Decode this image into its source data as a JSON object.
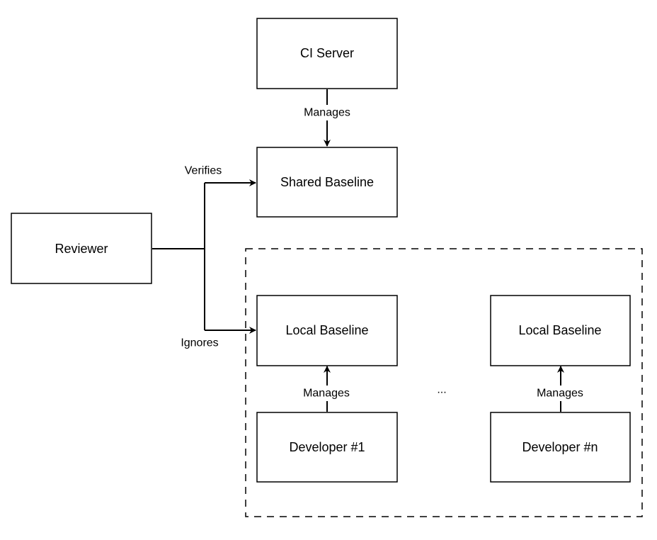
{
  "nodes": {
    "ci_server": "CI Server",
    "shared_baseline": "Shared Baseline",
    "reviewer": "Reviewer",
    "local_baseline_1": "Local Baseline",
    "local_baseline_n": "Local Baseline",
    "developer_1": "Developer #1",
    "developer_n": "Developer #n"
  },
  "edges": {
    "ci_manages": "Manages",
    "reviewer_verifies": "Verifies",
    "reviewer_ignores": "Ignores",
    "dev1_manages": "Manages",
    "devn_manages": "Manages"
  },
  "group": {
    "ellipsis": "..."
  }
}
